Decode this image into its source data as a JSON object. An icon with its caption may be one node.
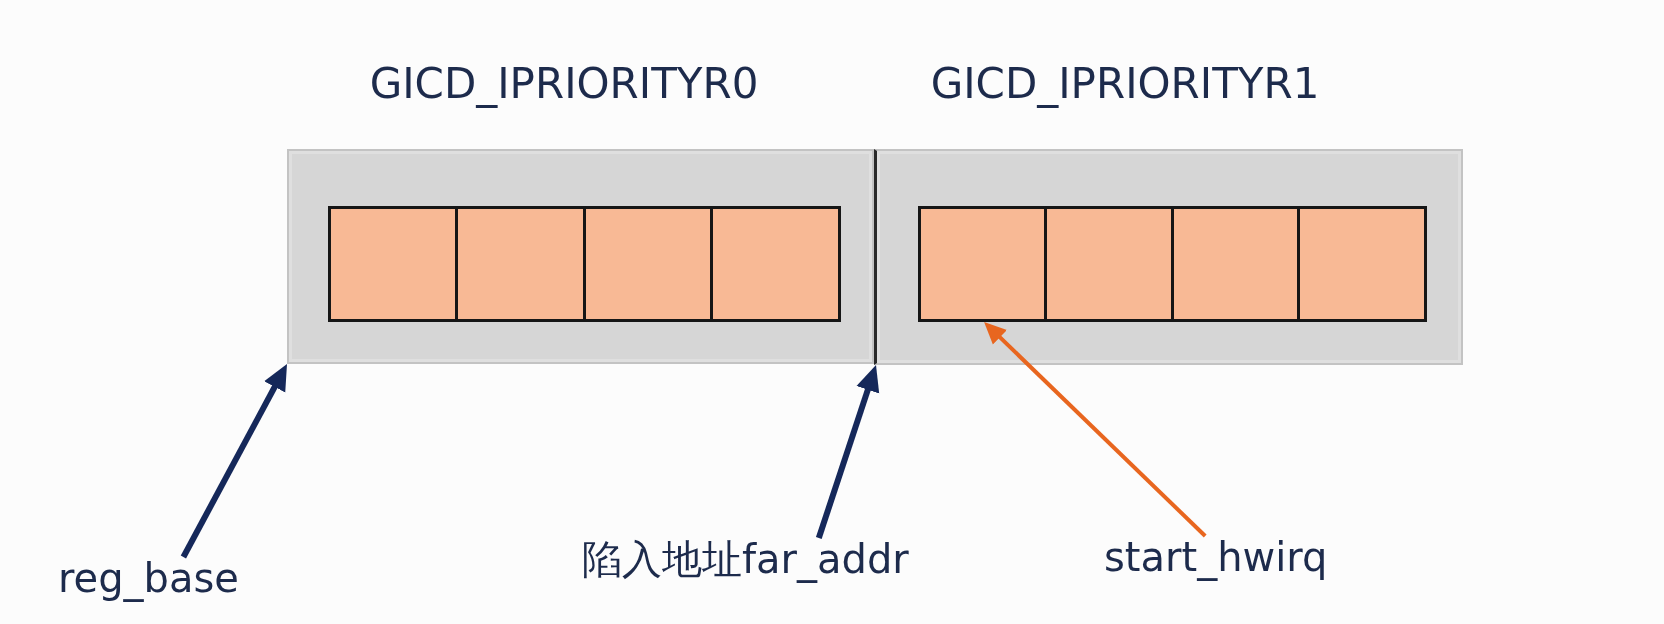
{
  "diagram": {
    "nodes": [
      {
        "text": [
          "GICD_IPRIORITYR0"
        ]
      },
      {
        "text": [],
        "shape": "box",
        "in": 0
      },
      {
        "text": [],
        "shape": "box",
        "in": 0
      },
      {
        "text": [],
        "shape": "box",
        "in": 0
      },
      {
        "text": [],
        "shape": "box",
        "in": 0
      },
      {
        "text": [
          "GICD_IPRIORITYR1"
        ]
      },
      {
        "text": [],
        "shape": "box",
        "in": 5
      },
      {
        "text": [],
        "shape": "box",
        "in": 5
      },
      {
        "text": [],
        "shape": "box",
        "in": 5
      },
      {
        "text": [],
        "shape": "box",
        "in": 5
      },
      {
        "text": [
          "reg_base"
        ]
      },
      {
        "text": [
          "陷入地址far_addr"
        ]
      },
      {
        "text": [
          "start_hwirq"
        ]
      }
    ],
    "edges": [
      {
        "from": 10,
        "to": 0,
        "arrow": "to"
      },
      {
        "from": 11,
        "to": 5,
        "arrow": "to"
      },
      {
        "from": 12,
        "to": 6,
        "arrow": "to",
        "color": "#e8661f"
      }
    ]
  }
}
